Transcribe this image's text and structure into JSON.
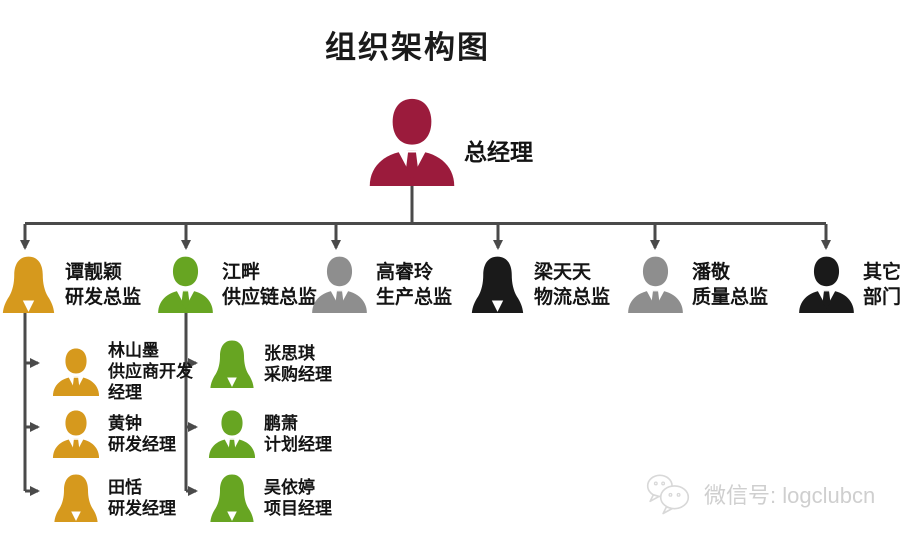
{
  "title": "组织架构图",
  "root": {
    "title": "总经理",
    "icon": "male-avatar",
    "color": "#9B1B3C"
  },
  "directors": [
    {
      "name": "谭靓颖",
      "role": "研发总监",
      "icon": "female-avatar",
      "color": "#D6991D"
    },
    {
      "name": "江畔",
      "role": "供应链总监",
      "icon": "male-avatar",
      "color": "#67A522"
    },
    {
      "name": "高睿玲",
      "role": "生产总监",
      "icon": "male-avatar",
      "color": "#8E8E8E"
    },
    {
      "name": "梁天天",
      "role": "物流总监",
      "icon": "female-avatar",
      "color": "#1A1A1A"
    },
    {
      "name": "潘敬",
      "role": "质量总监",
      "icon": "male-avatar",
      "color": "#8E8E8E"
    },
    {
      "name": "其它部门",
      "role": "",
      "icon": "male-avatar",
      "color": "#1A1A1A"
    }
  ],
  "rd_team": [
    {
      "name": "林山墨",
      "role": "供应商开发经理",
      "icon": "male-avatar",
      "color": "#D6991D"
    },
    {
      "name": "黄钟",
      "role": "研发经理",
      "icon": "male-avatar",
      "color": "#D6991D"
    },
    {
      "name": "田恬",
      "role": "研发经理",
      "icon": "female-avatar",
      "color": "#D6991D"
    }
  ],
  "supply_chain_team": [
    {
      "name": "张思琪",
      "role": "采购经理",
      "icon": "female-avatar",
      "color": "#67A522"
    },
    {
      "name": "鹏萧",
      "role": "计划经理",
      "icon": "male-avatar",
      "color": "#67A522"
    },
    {
      "name": "吴依婷",
      "role": "项目经理",
      "icon": "female-avatar",
      "color": "#67A522"
    }
  ],
  "watermark": {
    "text": "微信号: logclubcn",
    "icon": "wechat-icon"
  },
  "connector_color": "#4A4A4A"
}
